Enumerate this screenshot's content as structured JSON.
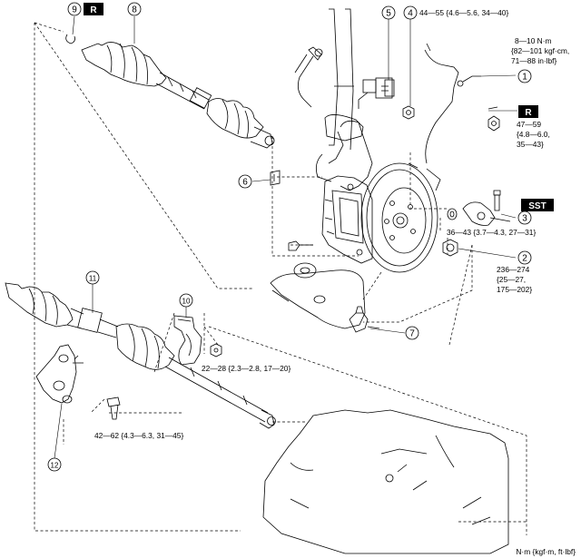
{
  "callouts": {
    "c1": "1",
    "c2": "2",
    "c3": "3",
    "c4": "4",
    "c5": "5",
    "c6": "6",
    "c7": "7",
    "c8": "8",
    "c9": "9",
    "c10": "10",
    "c11": "11",
    "c12": "12"
  },
  "tags": {
    "r_top": "R",
    "r_right": "R",
    "sst": "SST"
  },
  "torques": {
    "t4": "44—55 {4.6—5.6, 34—40}",
    "t1": [
      "8—10 N·m",
      "{82—101 kgf·cm,",
      "71—88 in·lbf}"
    ],
    "t_nut": [
      "47—59",
      "{4.8—6.0,",
      "35—43}"
    ],
    "t3": "36—43 {3.7—4.3, 27—31}",
    "t2": [
      "236—274",
      "{25—27,",
      "175—202}"
    ],
    "t10": "22—28 {2.3—2.8, 17—20}",
    "t12": "42—62 {4.3—6.3, 31—45}"
  },
  "units": "N·m {kgf·m, ft·lbf}",
  "colors": {
    "line": "#000000",
    "tag_bg": "#000000",
    "tag_fg": "#ffffff",
    "paper": "#ffffff"
  }
}
